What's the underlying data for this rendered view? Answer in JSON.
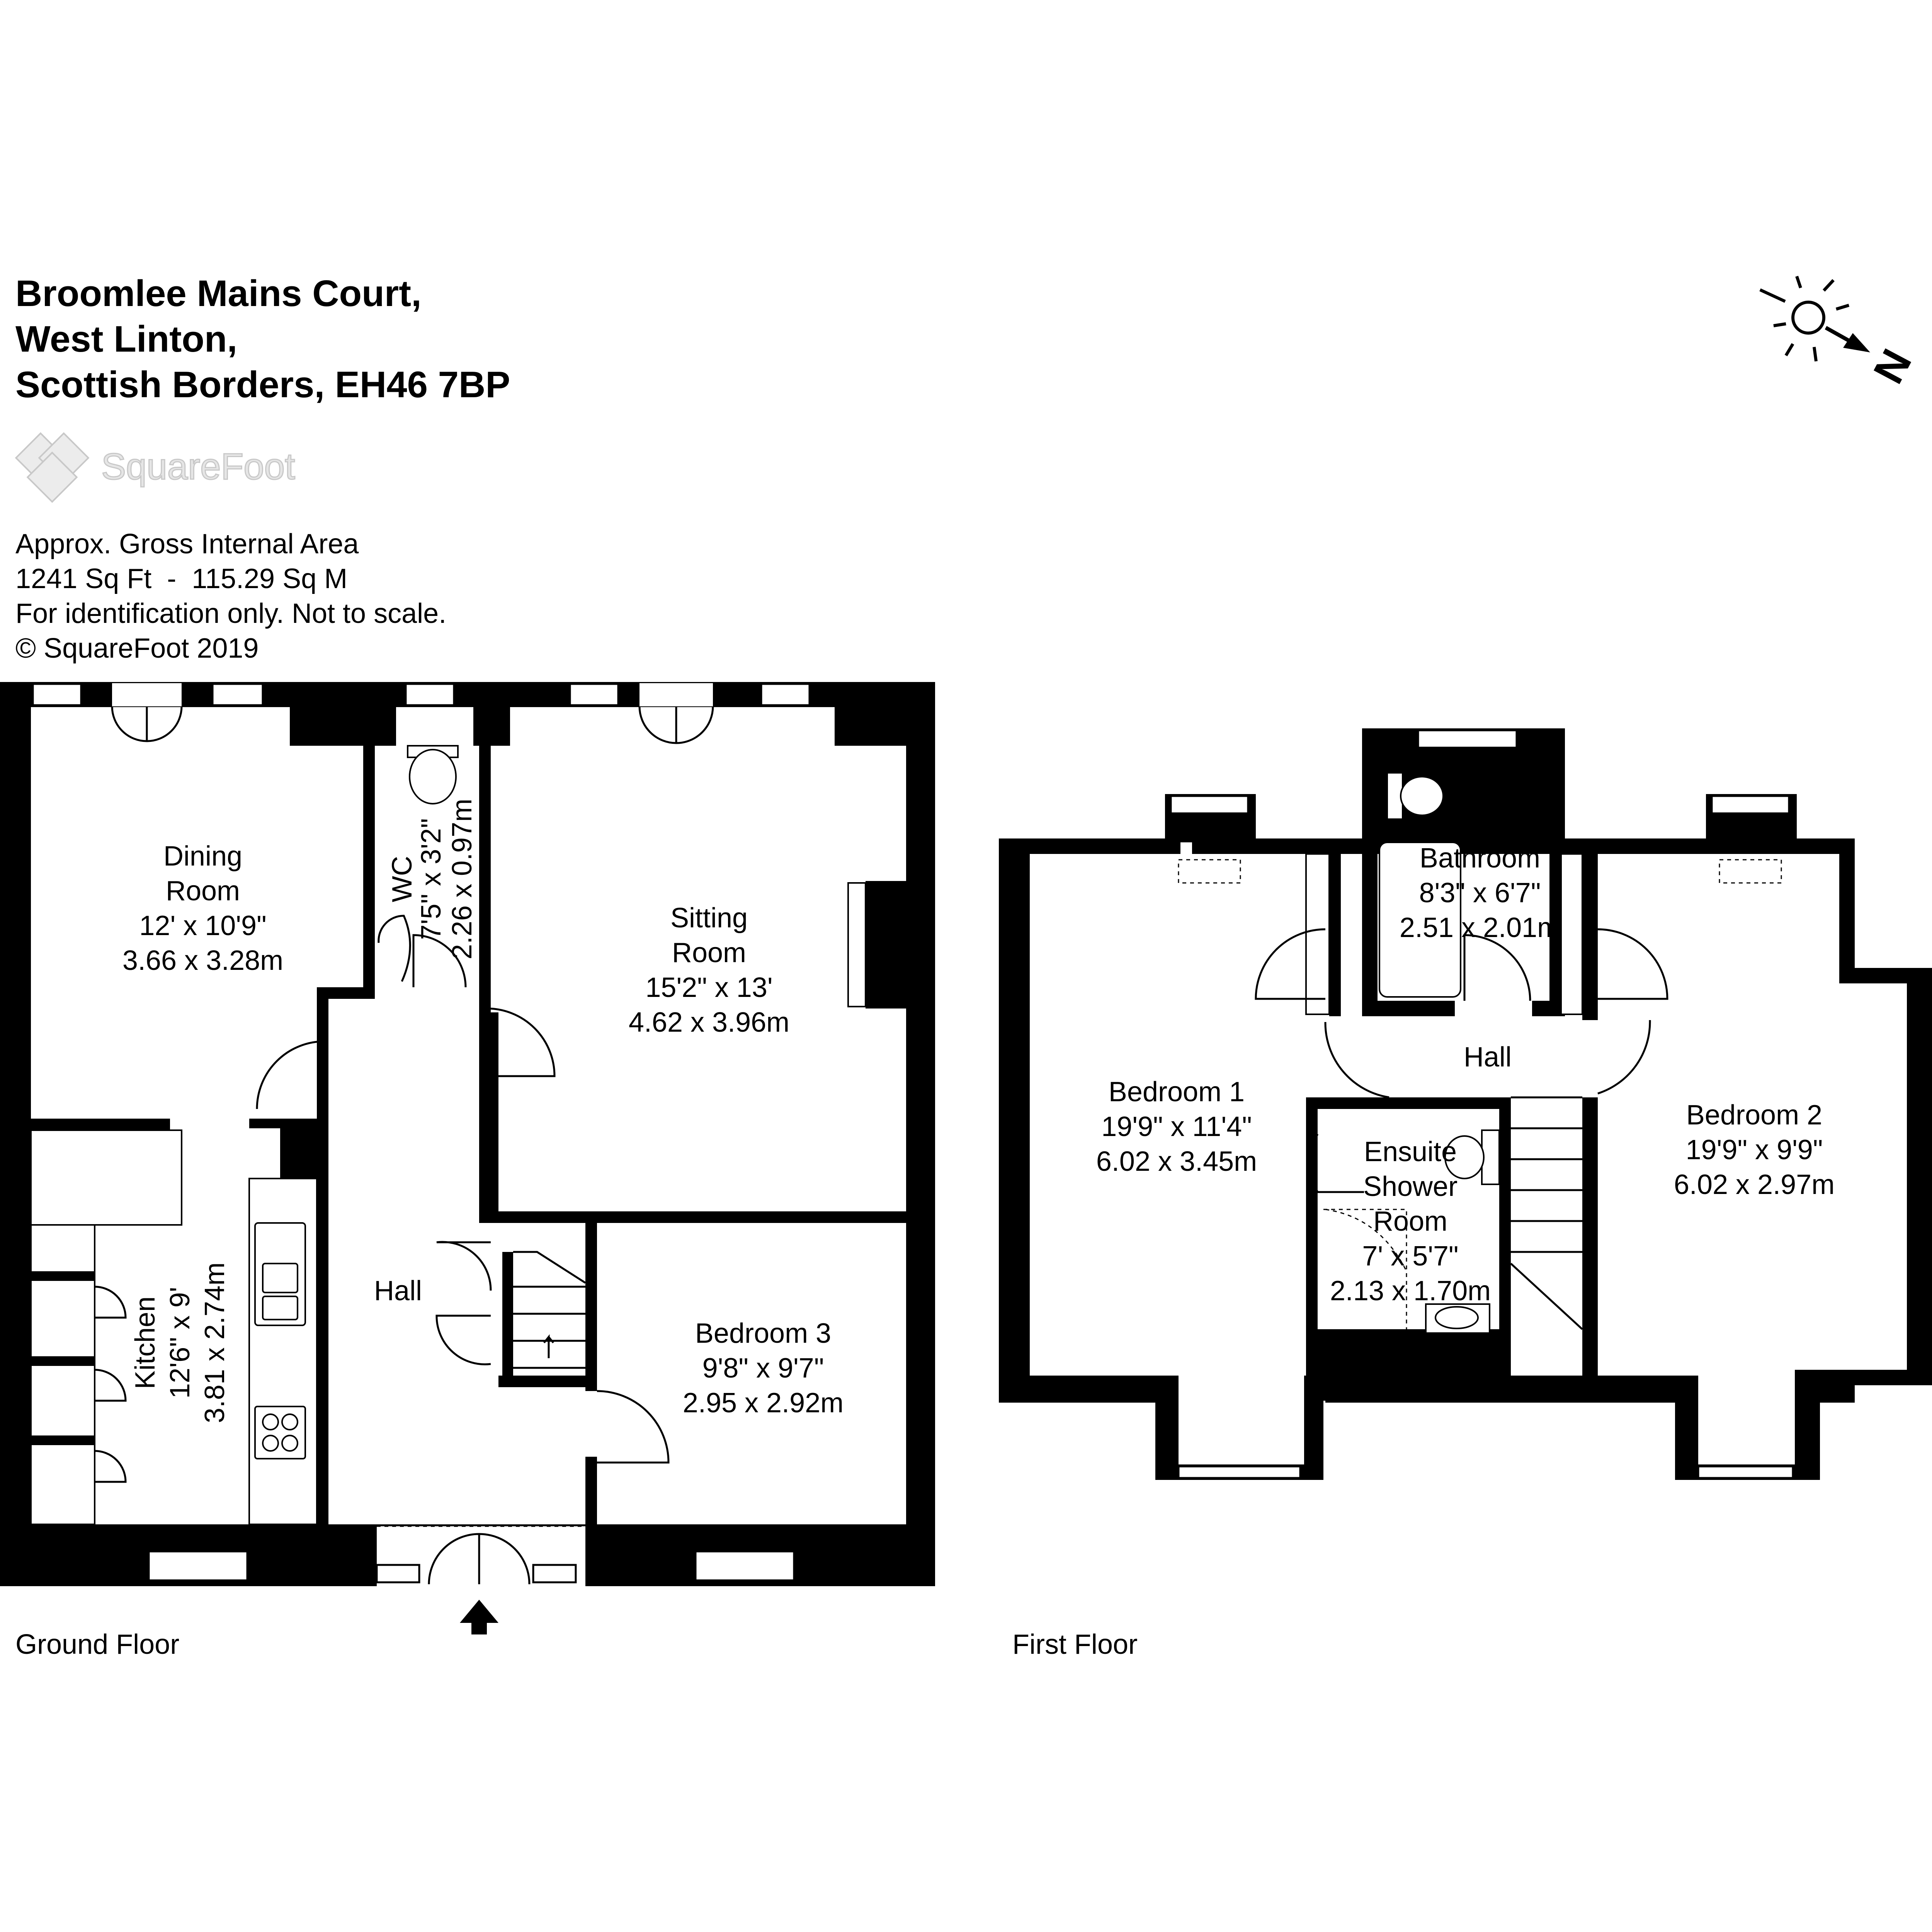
{
  "header": {
    "address_line1": "Broomlee Mains Court,",
    "address_line2": "West Linton,",
    "address_line3": "Scottish Borders, EH46 7BP",
    "logo_text": "SquareFoot",
    "area_label": "Approx. Gross Internal Area",
    "area_value": "1241 Sq Ft  -  115.29 Sq M",
    "disclaimer": "For identification only. Not to scale.",
    "copyright": "© SquareFoot 2019"
  },
  "compass": {
    "label": "N"
  },
  "floors": {
    "ground": {
      "label": "Ground Floor"
    },
    "first": {
      "label": "First Floor"
    }
  },
  "rooms": {
    "dining": {
      "name1": "Dining",
      "name2": "Room",
      "imperial": "12' x 10'9\"",
      "metric": "3.66 x 3.28m"
    },
    "wc": {
      "name": "WC",
      "imperial": "7'5\" x 3'2\"",
      "metric": "2.26 x 0.97m"
    },
    "sitting": {
      "name1": "Sitting",
      "name2": "Room",
      "imperial": "15'2\" x 13'",
      "metric": "4.62 x 3.96m"
    },
    "kitchen": {
      "name": "Kitchen",
      "imperial": "12'6\" x 9'",
      "metric": "3.81 x 2.74m"
    },
    "hall_ground": {
      "name": "Hall"
    },
    "bedroom3": {
      "name": "Bedroom 3",
      "imperial": "9'8\" x 9'7\"",
      "metric": "2.95 x 2.92m"
    },
    "bedroom1": {
      "name": "Bedroom 1",
      "imperial": "19'9\" x 11'4\"",
      "metric": "6.02 x 3.45m"
    },
    "bathroom": {
      "name": "Bathroom",
      "imperial": "8'3\" x 6'7\"",
      "metric": "2.51 x 2.01m"
    },
    "hall_first": {
      "name": "Hall"
    },
    "ensuite": {
      "name1": "Ensuite",
      "name2": "Shower",
      "name3": "Room",
      "imperial": "7' x 5'7\"",
      "metric": "2.13 x 1.70m"
    },
    "bedroom2": {
      "name": "Bedroom 2",
      "imperial": "19'9\" x 9'9\"",
      "metric": "6.02 x 2.97m"
    }
  }
}
